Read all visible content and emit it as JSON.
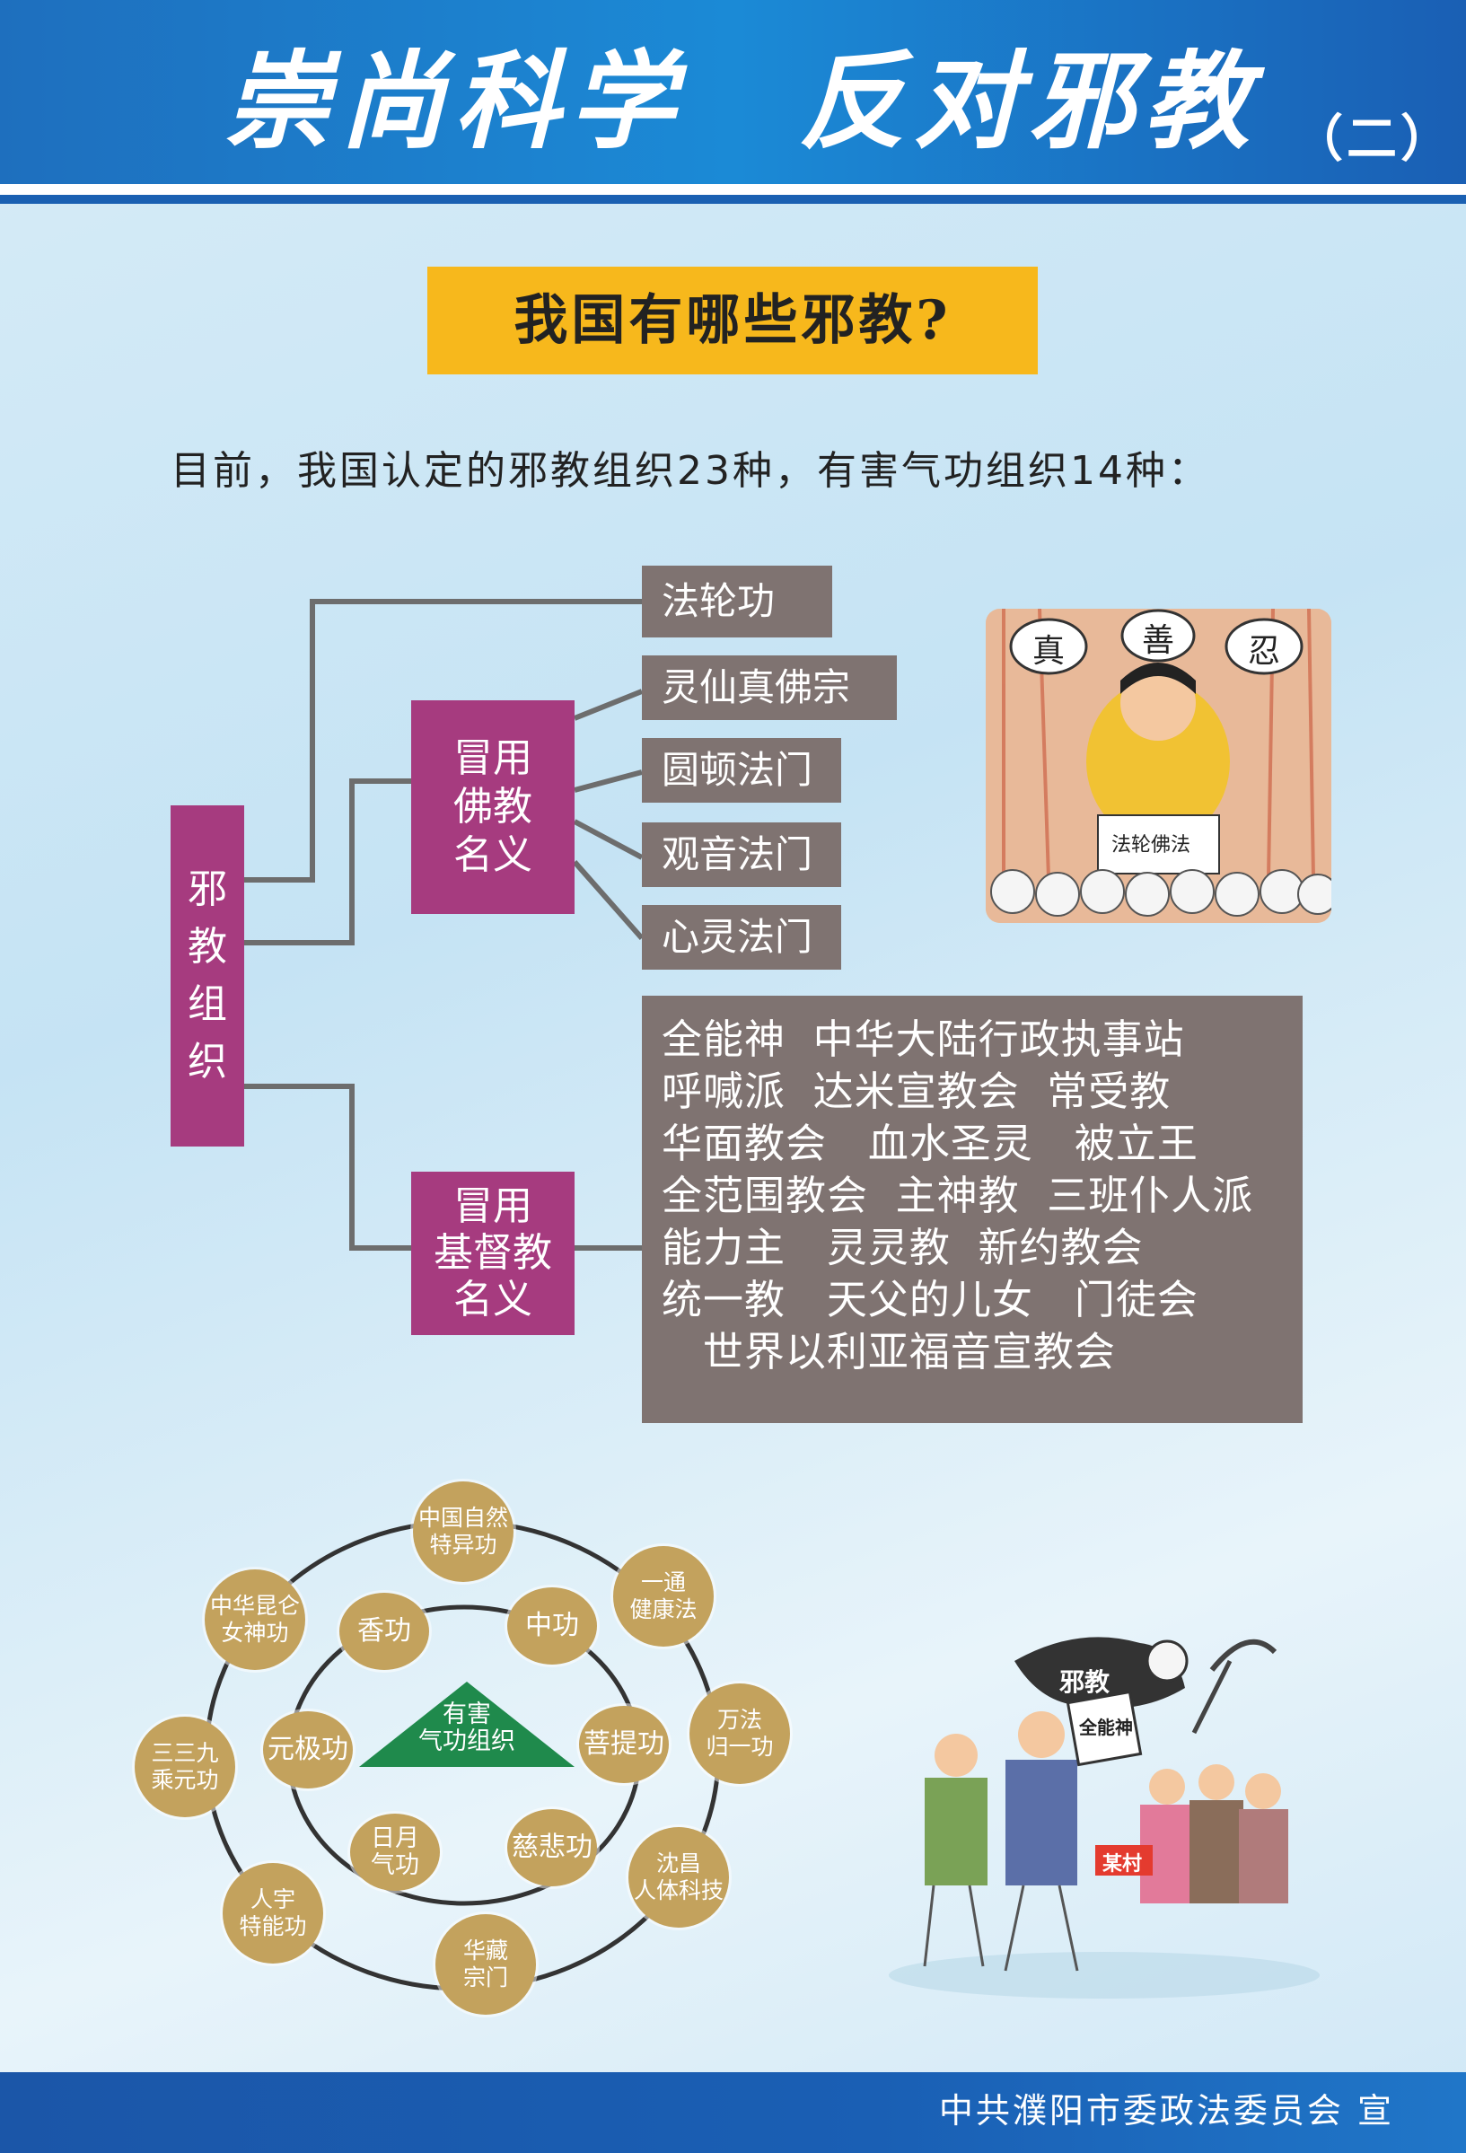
{
  "header": {
    "title": "崇尚科学　反对邪教",
    "part": "（二）"
  },
  "question": "我国有哪些邪教?",
  "intro": "目前，我国认定的邪教组织23种，有害气功组织14种：",
  "tree": {
    "root": "邪\n教\n组\n织",
    "top_item": "法轮功",
    "buddhist_group": "冒用\n佛教\n名义",
    "buddhist_items": [
      "灵仙真佛宗",
      "圆顿法门",
      "观音法门",
      "心灵法门"
    ],
    "christian_group": "冒用\n基督教\n名义",
    "christian_lines": [
      "全能神  中华大陆行政执事站",
      "呼喊派  达米宣教会  常受教",
      "华面教会   血水圣灵   被立王",
      "全范围教会  主神教  三班仆人派",
      "能力主   灵灵教  新约教会",
      "统一教   天父的儿女   门徒会",
      "   世界以利亚福音宣教会"
    ]
  },
  "qigong": {
    "center": "有害\n气功组织",
    "outer": [
      "中国自然\n特异功",
      "一通\n健康法",
      "万法\n归一功",
      "沈昌\n人体科技",
      "华藏\n宗门",
      "人宇\n特能功",
      "三三九\n乘元功",
      "中华昆仑\n女神功"
    ],
    "inner": [
      "香功",
      "中功",
      "菩提功",
      "慈悲功",
      "日月\n气功",
      "元极功"
    ]
  },
  "illustration1": {
    "scrolls": [
      "真",
      "善",
      "忍"
    ],
    "book": "法轮佛法"
  },
  "illustration2": {
    "banner": "邪教",
    "sign": "全能神",
    "village": "某村"
  },
  "footer": "中共濮阳市委政法委员会  宣",
  "colors": {
    "header_blue": "#1b8ad6",
    "magenta": "#a63b7f",
    "gray_box": "#7f7371",
    "yellow": "#f7b81c",
    "gold_circle": "#c3a25d",
    "green": "#1f8a4c"
  }
}
